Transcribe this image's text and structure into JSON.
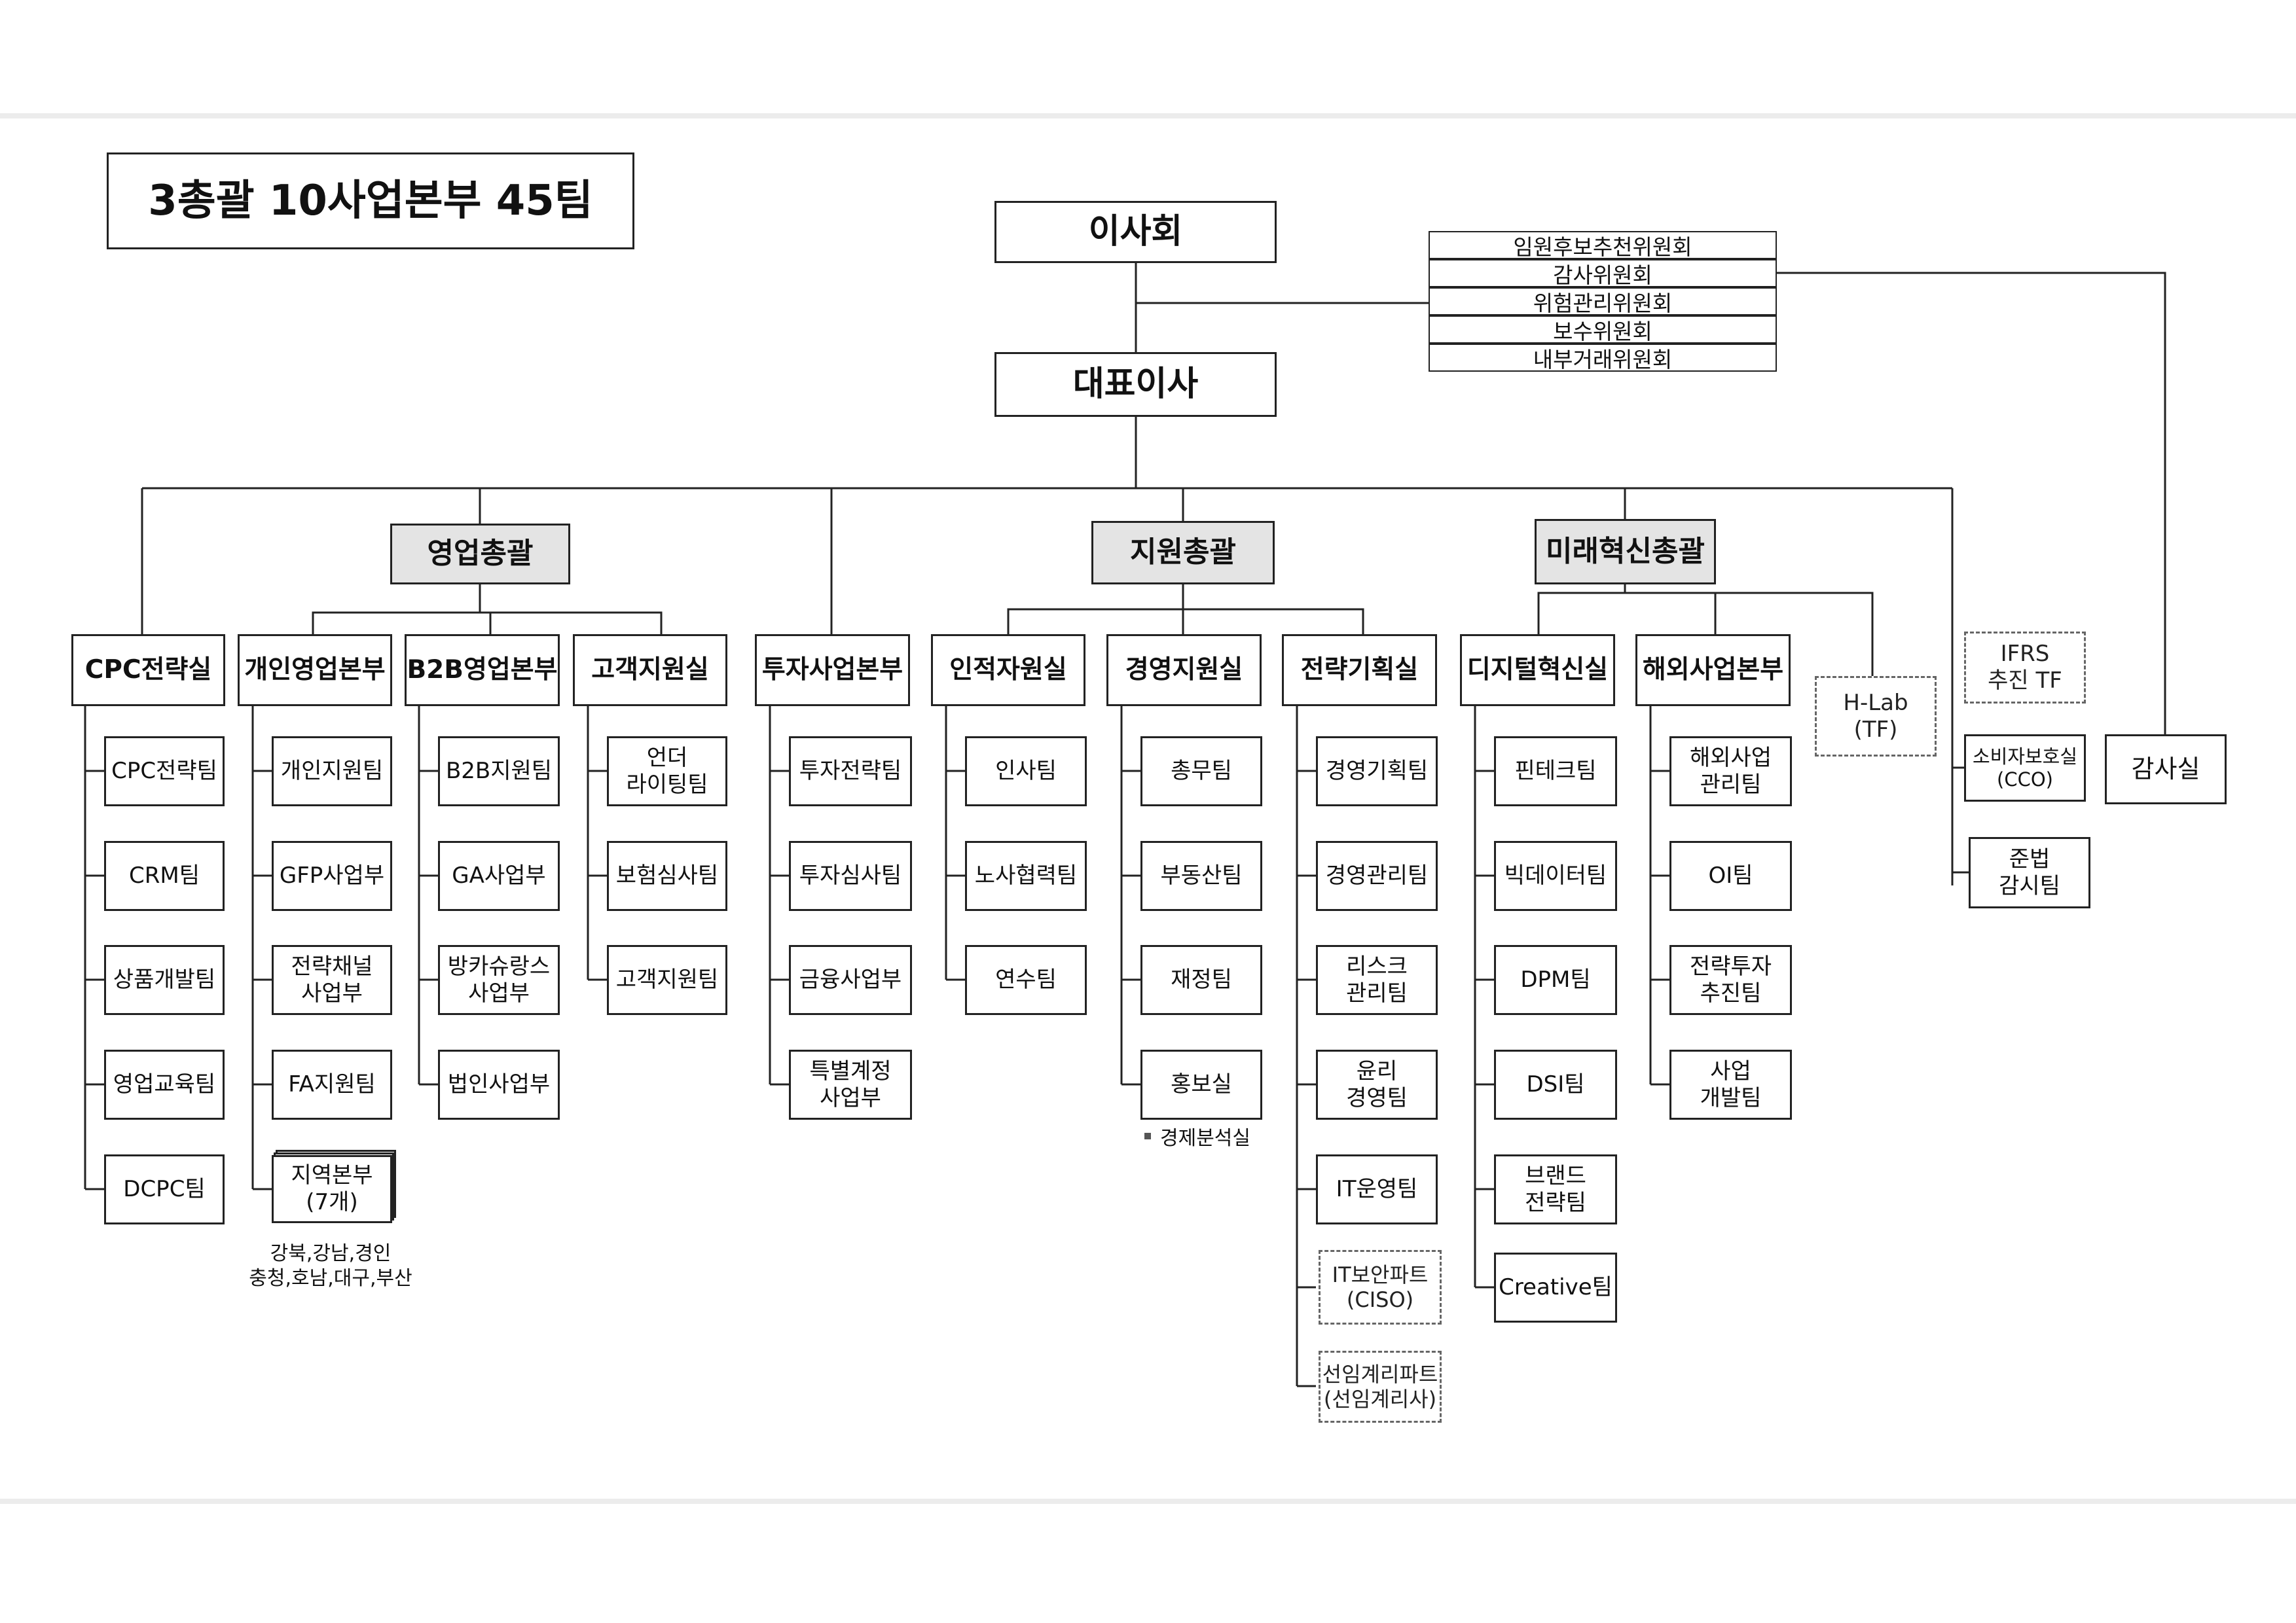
{
  "title": "3총괄 10사업본부 45팀",
  "board": "이사회",
  "ceo": "대표이사",
  "committees": [
    "임원후보추천위원회",
    "감사위원회",
    "위험관리위원회",
    "보수위원회",
    "내부거래위원회"
  ],
  "divisions": {
    "sales": "영업총괄",
    "support": "지원총괄",
    "future": "미래혁신총괄"
  },
  "sales": {
    "cpc": {
      "head": "CPC전략실",
      "teams": [
        "CPC전략팀",
        "CRM팀",
        "상품개발팀",
        "영업교육팀",
        "DCPC팀"
      ]
    },
    "personal": {
      "head": "개인영업본부",
      "teams": [
        "개인지원팀",
        "GFP사업부",
        "전략채널\n사업부",
        "FA지원팀"
      ],
      "regional": "지역본부\n(7개)",
      "regional_note": "강북,강남,경인\n충청,호남,대구,부산"
    },
    "b2b": {
      "head": "B2B영업본부",
      "teams": [
        "B2B지원팀",
        "GA사업부",
        "방카슈랑스\n사업부",
        "법인사업부"
      ]
    },
    "customer": {
      "head": "고객지원실",
      "teams": [
        "언더\n라이팅팀",
        "보험심사팀",
        "고객지원팀"
      ]
    }
  },
  "investment": {
    "head": "투자사업본부",
    "teams": [
      "투자전략팀",
      "투자심사팀",
      "금융사업부",
      "특별계정\n사업부"
    ]
  },
  "support": {
    "hr": {
      "head": "인적자원실",
      "teams": [
        "인사팀",
        "노사협력팀",
        "연수팀"
      ]
    },
    "mgmt": {
      "head": "경영지원실",
      "teams": [
        "총무팀",
        "부동산팀",
        "재정팀",
        "홍보실"
      ],
      "note": "경제분석실"
    },
    "strategy": {
      "head": "전략기획실",
      "teams": [
        "경영기획팀",
        "경영관리팀",
        "리스크\n관리팀",
        "윤리\n경영팀",
        "IT운영팀"
      ],
      "parts": [
        "IT보안파트\n(CISO)",
        "선임계리파트\n(선임계리사)"
      ]
    }
  },
  "future": {
    "digital": {
      "head": "디지털혁신실",
      "teams": [
        "핀테크팀",
        "빅데이터팀",
        "DPM팀",
        "DSI팀",
        "브랜드\n전략팀",
        "Creative팀"
      ]
    },
    "overseas": {
      "head": "해외사업본부",
      "teams": [
        "해외사업\n관리팀",
        "OI팀",
        "전략투자\n추진팀",
        "사업\n개발팀"
      ]
    },
    "hlab": "H-Lab\n(TF)"
  },
  "independent": {
    "ifrs": "IFRS\n추진 TF",
    "consumer": "소비자보호실\n(CCO)",
    "compliance": "준법\n감시팀",
    "audit": "감사실"
  }
}
